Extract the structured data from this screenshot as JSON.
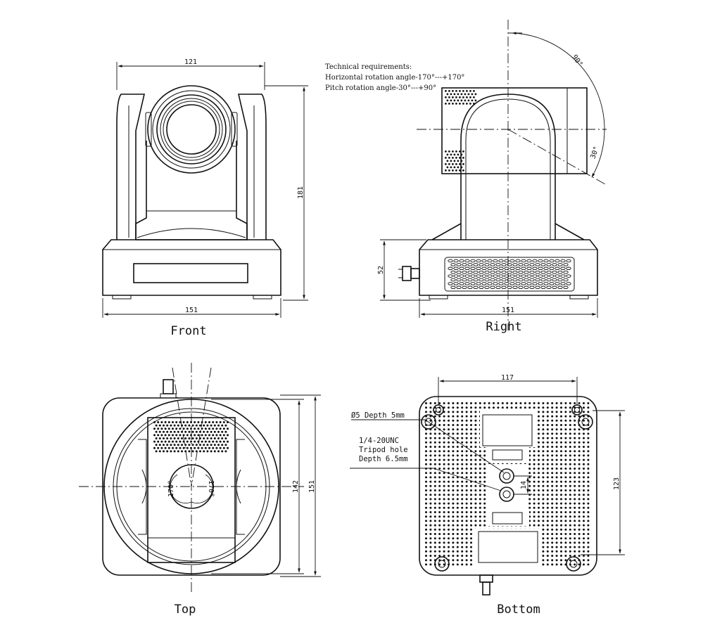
{
  "views": {
    "front": "Front",
    "right": "Right",
    "top": "Top",
    "bottom": "Bottom"
  },
  "dimensions": {
    "front_width_top": "121",
    "front_height": "181",
    "front_width_base": "151",
    "right_base_height": "52",
    "right_width_base": "151",
    "right_angle_up": "90°",
    "right_angle_down": "30°",
    "top_depth_inner": "142",
    "top_depth_outer": "151",
    "top_angle_left": "170°",
    "top_angle_right": "170°",
    "bottom_hole_spacing_x": "117",
    "bottom_hole_spacing_y": "123",
    "bottom_tripod_spacing": "14"
  },
  "technical_requirements": {
    "title": "Technical requirements:",
    "horizontal": "Horizontal rotation angle-170°---+170°",
    "pitch": "Pitch rotation angle-30°---+90°"
  },
  "callouts": {
    "mount_hole": "Ø5 Depth 5mm",
    "tripod_line1": "1/4-20UNC",
    "tripod_line2": "Tripod hole",
    "tripod_line3": "Depth 6.5mm"
  }
}
